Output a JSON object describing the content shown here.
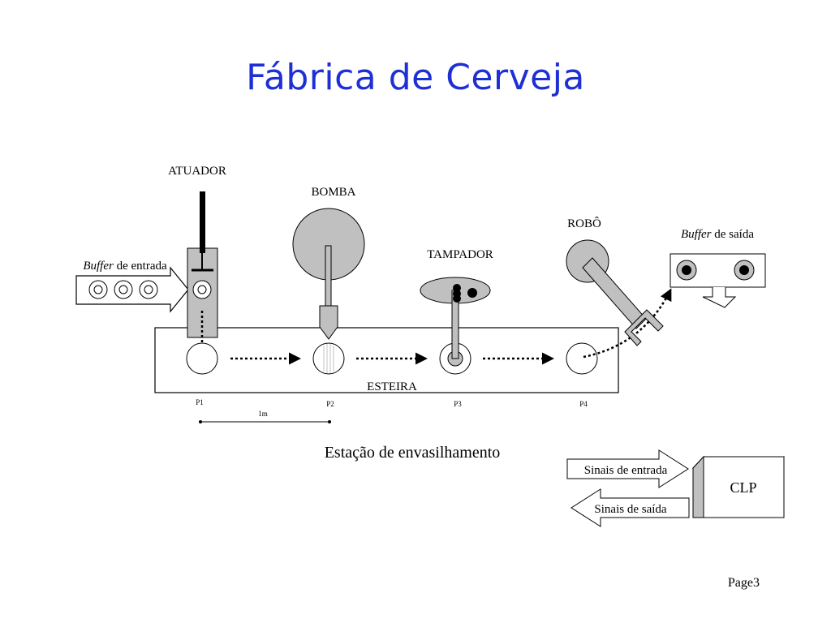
{
  "title": "Fábrica de Cerveja",
  "labels": {
    "atuador": "ATUADOR",
    "bomba": "BOMBA",
    "tampador": "TAMPADOR",
    "robo": "ROBÔ",
    "buffer_entrada_italic": "Buffer",
    "buffer_entrada_rest": " de entrada",
    "buffer_saida_italic": "Buffer",
    "buffer_saida_rest": " de saída",
    "esteira": "ESTEIRA",
    "positions": [
      "P1",
      "P2",
      "P3",
      "P4"
    ],
    "scale": "1m",
    "caption": "Estação de envasilhamento",
    "sinais_entrada": "Sinais de entrada",
    "sinais_saida": "Sinais de saída",
    "clp": "CLP"
  },
  "page": "Page3",
  "colors": {
    "title": "#1f2fd6",
    "gray_fill": "#c0c0c0",
    "line": "#000000"
  }
}
